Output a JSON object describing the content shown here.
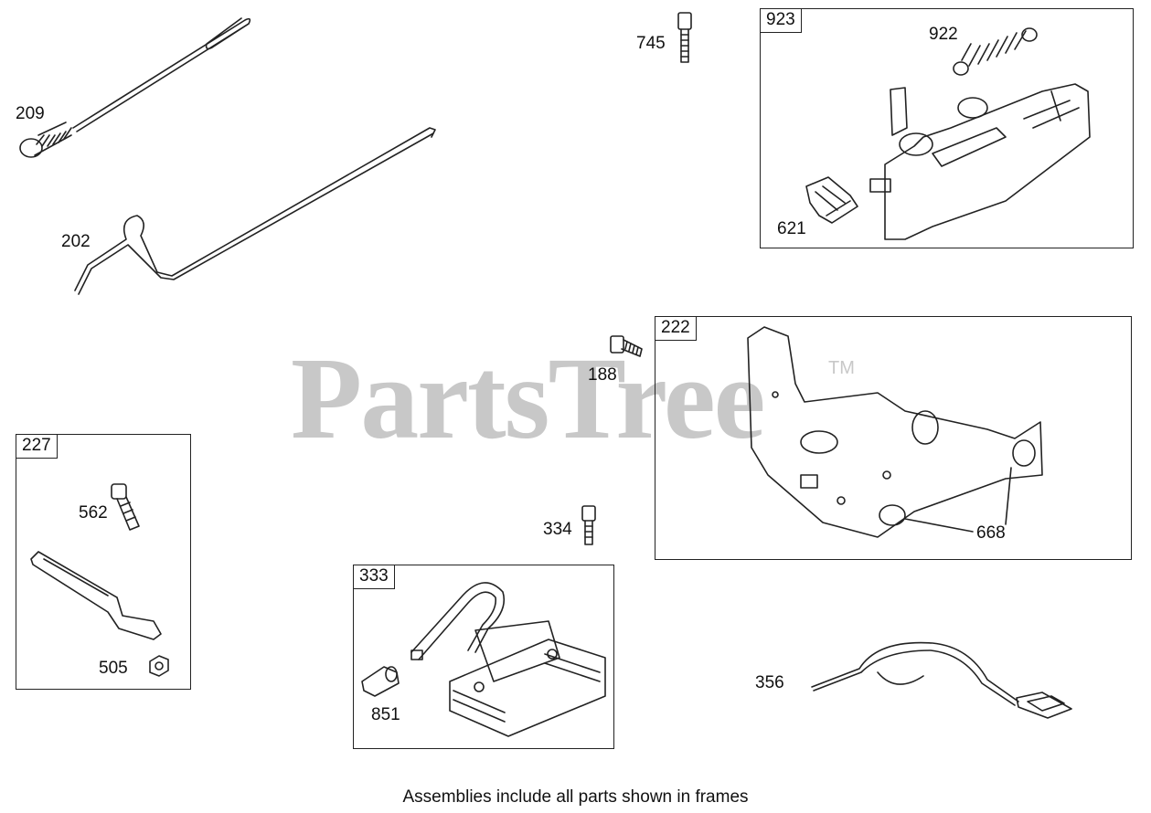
{
  "watermark": {
    "text": "PartsTree",
    "tm": "TM"
  },
  "frames": [
    {
      "id": "frame-923",
      "tag": "923"
    },
    {
      "id": "frame-222",
      "tag": "222"
    },
    {
      "id": "frame-227",
      "tag": "227"
    },
    {
      "id": "frame-333",
      "tag": "333"
    }
  ],
  "parts": {
    "p209": "209",
    "p202": "202",
    "p745": "745",
    "p922": "922",
    "p621": "621",
    "p188": "188",
    "p668": "668",
    "p562": "562",
    "p505": "505",
    "p334": "334",
    "p851": "851",
    "p356": "356"
  },
  "caption": "Assemblies include all parts shown in frames"
}
